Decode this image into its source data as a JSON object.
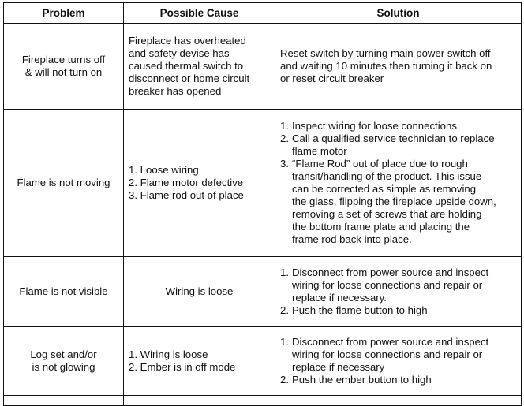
{
  "headers": {
    "problem": "Problem",
    "cause": "Possible Cause",
    "solution": "Solution"
  },
  "rows": [
    {
      "problem": [
        "Fireplace turns off",
        "& will not turn on"
      ],
      "cause": [
        "Fireplace has overheated",
        "and safety devise has",
        "caused thermal switch to",
        "disconnect or home circuit",
        "breaker has opened"
      ],
      "solution": [
        "Reset switch by turning main power switch off",
        "and waiting 10 minutes then turning it back on",
        "or reset circuit breaker"
      ]
    },
    {
      "problem": [
        "Flame is not moving"
      ],
      "cause": [
        "1. Loose wiring",
        "2. Flame motor defective",
        "3. Flame rod out of place"
      ],
      "solution_steps": [
        {
          "num": "1.",
          "lines": [
            "Inspect wiring for loose connections"
          ]
        },
        {
          "num": "2.",
          "lines": [
            "Call a qualified service technician to replace",
            "flame motor"
          ]
        },
        {
          "num": "3.",
          "lines": [
            "“Flame Rod” out of place due to rough",
            "transit/handling of the product. This issue",
            "can be corrected as simple as removing",
            "the glass, flipping the fireplace upside down,",
            "removing a set of screws that are holding",
            "the bottom frame plate and placing the",
            "frame rod back into place."
          ]
        }
      ]
    },
    {
      "problem": [
        "Flame is not visible"
      ],
      "cause": [
        "Wiring is loose"
      ],
      "solution_steps": [
        {
          "num": "1.",
          "lines": [
            "Disconnect from power source and inspect",
            "wiring for loose connections and repair or",
            "replace if necessary."
          ]
        },
        {
          "num": "2.",
          "lines": [
            "Push the flame button to high"
          ]
        }
      ]
    },
    {
      "problem": [
        "Log set and/or",
        "is not glowing"
      ],
      "cause": [
        "1. Wiring is loose",
        "2. Ember is in off mode"
      ],
      "solution_steps": [
        {
          "num": "1.",
          "lines": [
            "Disconnect from power source and inspect",
            "wiring for loose connections and repair or",
            "replace if necessary"
          ]
        },
        {
          "num": "2.",
          "lines": [
            "Push the ember button to high"
          ]
        }
      ]
    }
  ]
}
